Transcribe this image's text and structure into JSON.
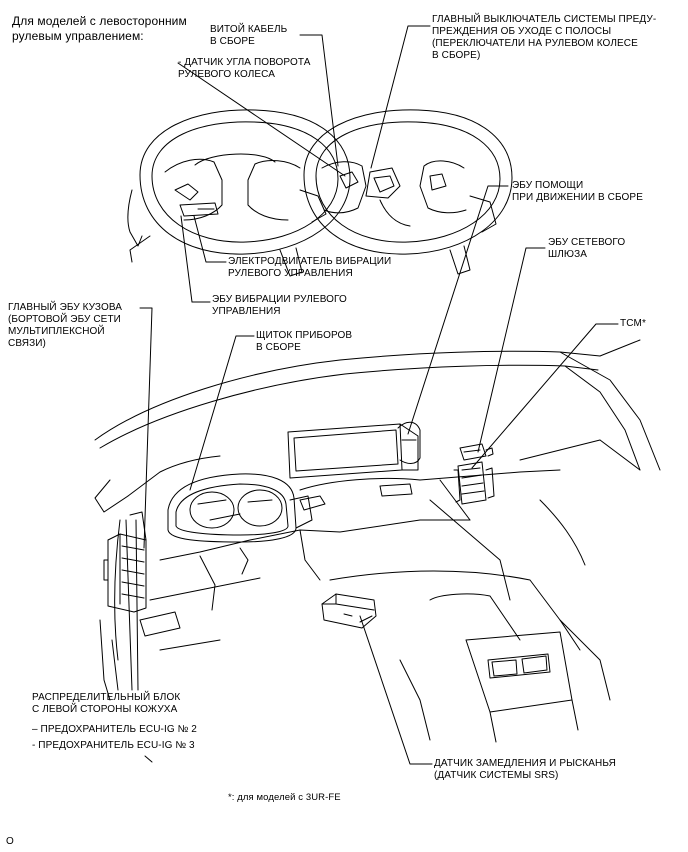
{
  "header": {
    "text": "Для моделей с левосторонним\nрулевым управлением:"
  },
  "labels": {
    "spiral_cable": "ВИТОЙ КАБЕЛЬ\nВ СБОРЕ",
    "steering_angle_sensor": "- ДАТЧИК УГЛА ПОВОРОТА\nРУЛЕВОГО КОЛЕСА",
    "lane_departure_switch": "ГЛАВНЫЙ ВЫКЛЮЧАТЕЛЬ СИСТЕМЫ ПРЕДУ-\nПРЕЖДЕНИЯ ОБ УХОДЕ С ПОЛОСЫ\n(ПЕРЕКЛЮЧАТЕЛИ НА РУЛЕВОМ КОЛЕСЕ\nВ СБОРЕ)",
    "driving_support_ecu": "ЭБУ ПОМОЩИ\nПРИ ДВИЖЕНИИ В СБОРЕ",
    "network_gateway_ecu": "ЭБУ СЕТЕВОГО\nШЛЮЗА",
    "tcm": "TCM*",
    "vibration_motor": "ЭЛЕКТРОДВИГАТЕЛЬ ВИБРАЦИИ\nРУЛЕВОГО УПРАВЛЕНИЯ",
    "vibration_ecu": "ЭБУ ВИБРАЦИИ РУЛЕВОГО\nУПРАВЛЕНИЯ",
    "main_body_ecu": "ГЛАВНЫЙ ЭБУ КУЗОВА\n(БОРТОВОЙ ЭБУ СЕТИ\nМУЛЬТИПЛЕКСНОЙ\nСВЯЗИ)",
    "combination_meter": "ЩИТОК ПРИБОРОВ\nВ СБОРЕ",
    "junction_block": "РАСПРЕДЕЛИТЕЛЬНЫЙ БЛОК\nС ЛЕВОЙ СТОРОНЫ КОЖУХА",
    "fuse_ecu_ig2": "– ПРЕДОХРАНИТЕЛЬ ECU-IG № 2",
    "fuse_ecu_ig3": "- ПРЕДОХРАНИТЕЛЬ ECU-IG № 3",
    "yaw_rate_sensor": "ДАТЧИК ЗАМЕДЛЕНИЯ И РЫСКАНЬЯ\n(ДАТЧИК СИСТЕМЫ SRS)"
  },
  "footnote": "*: для моделей с 3UR-FE",
  "corner_mark": "O"
}
